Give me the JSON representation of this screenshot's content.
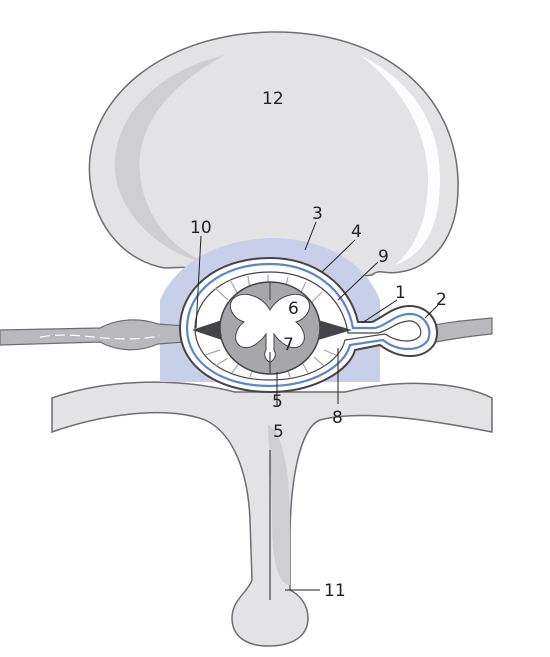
{
  "colors": {
    "bone_fill": "#e3e3e5",
    "bone_edge": "#6d6d72",
    "bone_shadow": "#cfcfd3",
    "epidural": "#c9cfe8",
    "dura_blue": "#5b86c8",
    "cord_grey": "#a7a7ab",
    "cord_white": "#ffffff",
    "nerve_grey": "#b9b9bd",
    "outline": "#444448"
  },
  "labels": {
    "l1": "1",
    "l2": "2",
    "l3": "3",
    "l4": "4",
    "l5a": "5",
    "l5b": "5",
    "l6": "6",
    "l7": "7",
    "l8": "8",
    "l9": "9",
    "l10": "10",
    "l11": "11",
    "l12": "12"
  }
}
